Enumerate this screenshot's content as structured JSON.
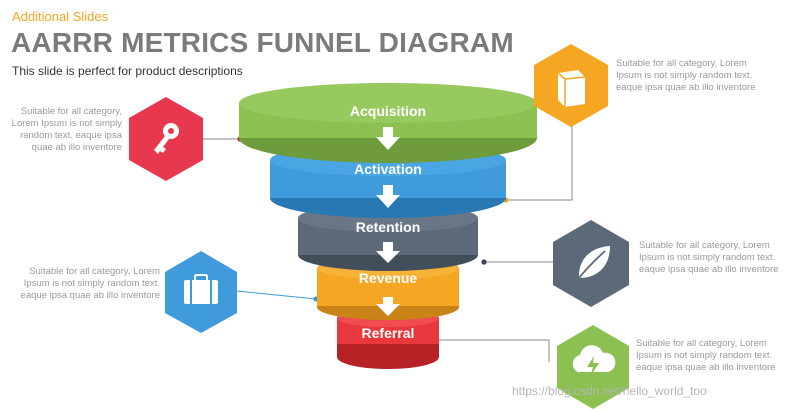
{
  "header": {
    "kicker": "Additional Slides",
    "title": "AARRR METRICS FUNNEL DIAGRAM",
    "description": "This slide is perfect for product descriptions"
  },
  "stages": [
    {
      "label": "Acquisition",
      "color": "#8cc152",
      "dark": "#6e9c3d"
    },
    {
      "label": "Activation",
      "color": "#3f9bdc",
      "dark": "#2878b4"
    },
    {
      "label": "Retention",
      "color": "#5c6978",
      "dark": "#434e5b"
    },
    {
      "label": "Revenue",
      "color": "#f5a623",
      "dark": "#c98316"
    },
    {
      "label": "Referral",
      "color": "#e8383e",
      "dark": "#b72227"
    }
  ],
  "notes": {
    "key": "Suitable for all category, Lorem Ipsum is not simply random text. eaque ipsa quae ab illo inventore",
    "book": "Suitable for all category, Lorem Ipsum is not simply random text. eaque ipsa quae ab illo inventore",
    "suitcase": "Suitable for all category, Lorem Ipsum is not simply random text. eaque ipsa quae ab illo inventore",
    "leaf": "Suitable for all category, Lorem Ipsum is not simply random text. eaque ipsa quae ab illo inventore",
    "cloud": "Suitable for all category, Lorem Ipsum is not simply random text. eaque ipsa quae ab illo inventore"
  },
  "icons": {
    "key": {
      "name": "key-icon",
      "color": "#e8384f"
    },
    "book": {
      "name": "book-icon",
      "color": "#f5a623"
    },
    "suitcase": {
      "name": "suitcase-icon",
      "color": "#3f9bdc"
    },
    "leaf": {
      "name": "leaf-icon",
      "color": "#5c6978"
    },
    "cloud": {
      "name": "cloud-bolt-icon",
      "color": "#8cc152"
    }
  },
  "watermark": "https://blog.csdn.net/hello_world_too"
}
